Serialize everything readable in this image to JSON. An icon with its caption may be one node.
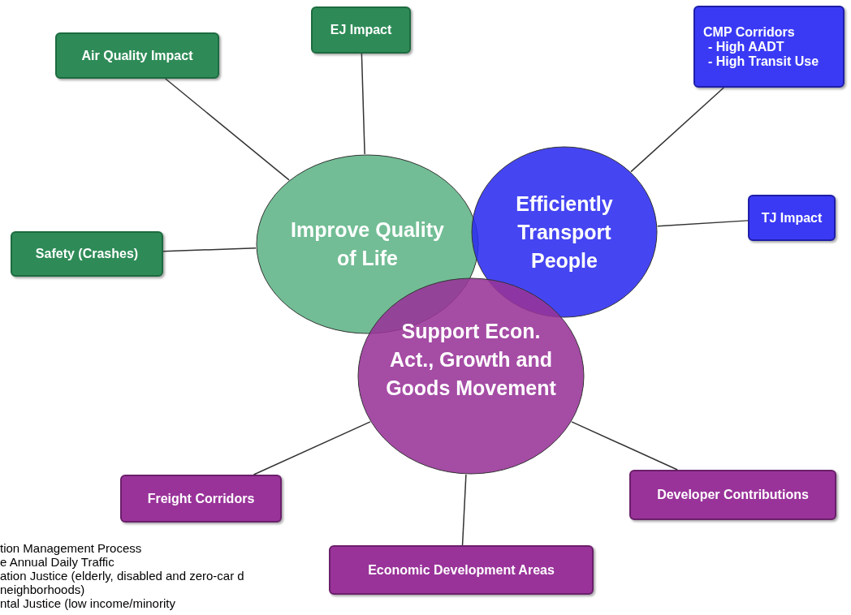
{
  "diagram": {
    "nodes": [
      {
        "text": [
          "Air Quality Impact"
        ]
      },
      {
        "text": [
          "EJ Impact"
        ]
      },
      {
        "text": [
          "CMP Corridors",
          "- High AADT",
          "- High Transit Use"
        ]
      },
      {
        "text": [
          "Improve Quality of Life"
        ]
      },
      {
        "text": [
          "Efficiently Transport People"
        ]
      },
      {
        "text": [
          "TJ Impact"
        ]
      },
      {
        "text": [
          "Safety (Crashes)"
        ]
      },
      {
        "text": [
          "Support Econ. Act., Growth and Goods Movement"
        ]
      },
      {
        "text": [
          "Freight Corridors"
        ]
      },
      {
        "text": [
          "Developer Contributions"
        ]
      },
      {
        "text": [
          "Economic Development Areas"
        ]
      }
    ],
    "edges": [
      {
        "from": 0,
        "to": 3,
        "arrow": "none"
      },
      {
        "from": 1,
        "to": 3,
        "arrow": "none"
      },
      {
        "from": 2,
        "to": 4,
        "arrow": "none"
      },
      {
        "from": 4,
        "to": 5,
        "arrow": "none"
      },
      {
        "from": 6,
        "to": 3,
        "arrow": "none"
      },
      {
        "from": 7,
        "to": 8,
        "arrow": "none"
      },
      {
        "from": 7,
        "to": 9,
        "arrow": "none"
      },
      {
        "from": 7,
        "to": 10,
        "arrow": "none"
      }
    ],
    "labels": [
      "tion Management Process",
      "e Annual Daily Traffic",
      "ation Justice (elderly, disabled and zero-car d neighborhoods)",
      "ntal Justice (low income/minority"
    ]
  }
}
